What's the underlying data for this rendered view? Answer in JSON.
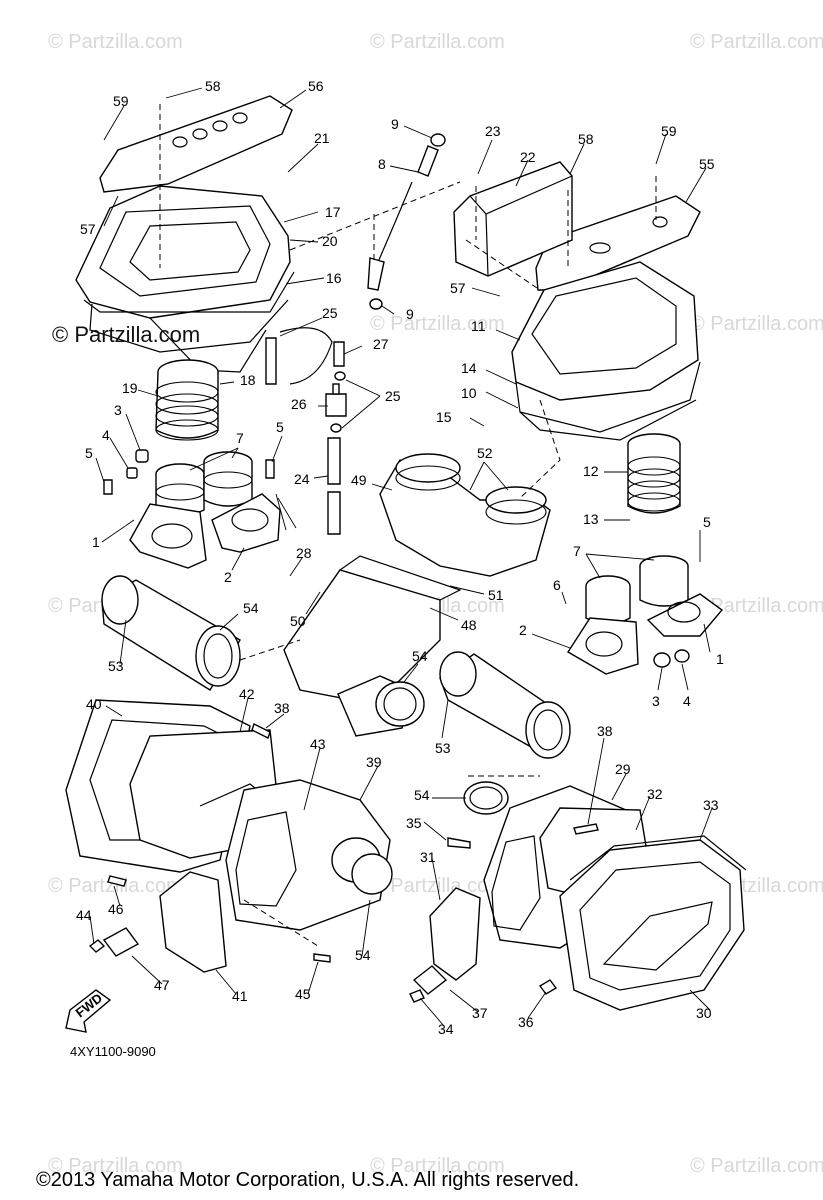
{
  "watermarks": [
    "© Partzilla.com",
    "© Partzilla.com",
    "© Partzilla.com",
    "© Partzilla.com",
    "© Partzilla.com",
    "© Partzilla.com",
    "© Partzilla.com",
    "© Partzilla.com",
    "© Partzilla.com",
    "© Partzilla.com",
    "© Partzilla.com",
    "© Partzilla.com",
    "© Partzilla.com",
    "© Partzilla.com"
  ],
  "main_watermark": "© Partzilla.com",
  "callouts": [
    "59",
    "58",
    "56",
    "21",
    "17",
    "20",
    "16",
    "57",
    "9",
    "8",
    "23",
    "22",
    "58",
    "59",
    "55",
    "57",
    "9",
    "25",
    "27",
    "25",
    "26",
    "24",
    "11",
    "14",
    "10",
    "15",
    "19",
    "18",
    "3",
    "4",
    "5",
    "7",
    "5",
    "1",
    "2",
    "49",
    "52",
    "12",
    "13",
    "5",
    "7",
    "6",
    "2",
    "1",
    "3",
    "4",
    "28",
    "50",
    "51",
    "48",
    "54",
    "53",
    "54",
    "40",
    "42",
    "38",
    "43",
    "39",
    "53",
    "38",
    "29",
    "54",
    "35",
    "32",
    "33",
    "31",
    "46",
    "44",
    "47",
    "41",
    "45",
    "54",
    "37",
    "34",
    "36",
    "30"
  ],
  "fwd_label": "FWD",
  "diagram_code": "4XY1100-9090",
  "copyright": "©2013  Yamaha Motor Corporation, U.S.A. All rights reserved."
}
